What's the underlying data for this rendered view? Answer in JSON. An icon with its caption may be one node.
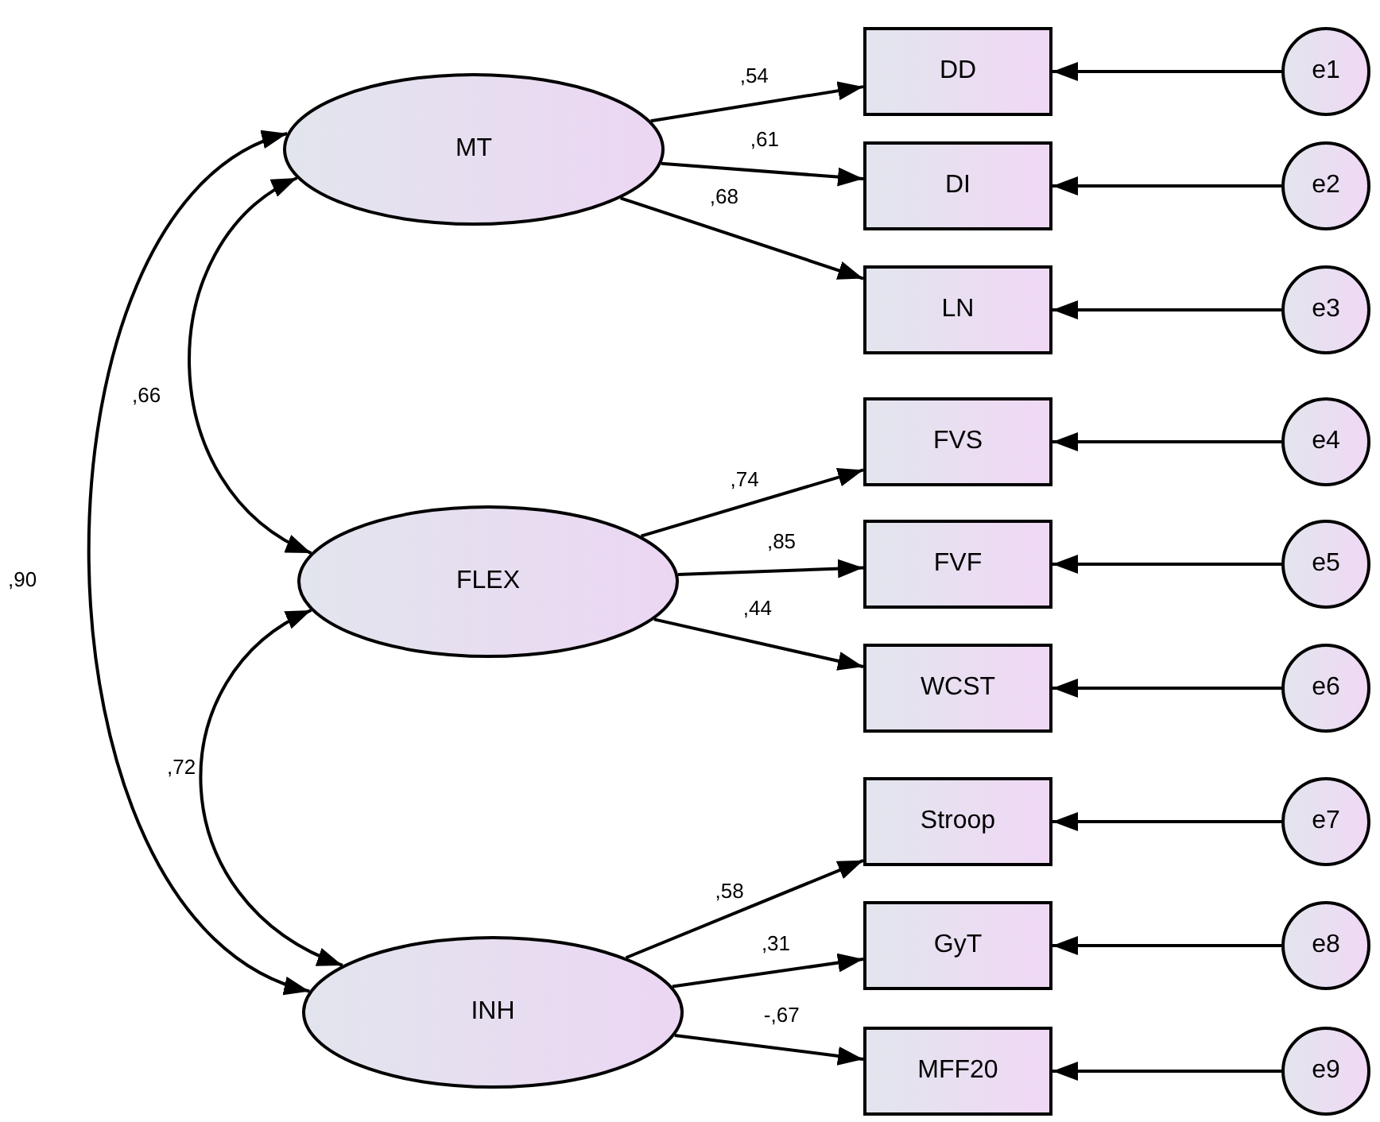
{
  "diagram": {
    "nodes": [
      {
        "text": [
          "MT"
        ]
      },
      {
        "text": [
          "FLEX"
        ]
      },
      {
        "text": [
          "INH"
        ]
      },
      {
        "text": [
          "DD"
        ]
      },
      {
        "text": [
          "DI"
        ]
      },
      {
        "text": [
          "LN"
        ]
      },
      {
        "text": [
          "FVS"
        ]
      },
      {
        "text": [
          "FVF"
        ]
      },
      {
        "text": [
          "WCST"
        ]
      },
      {
        "text": [
          "Stroop"
        ]
      },
      {
        "text": [
          "GyT"
        ]
      },
      {
        "text": [
          "MFF20"
        ]
      },
      {
        "text": [
          "e1"
        ]
      },
      {
        "text": [
          "e2"
        ]
      },
      {
        "text": [
          "e3"
        ]
      },
      {
        "text": [
          "e4"
        ]
      },
      {
        "text": [
          "e5"
        ]
      },
      {
        "text": [
          "e6"
        ]
      },
      {
        "text": [
          "e7"
        ]
      },
      {
        "text": [
          "e8"
        ]
      },
      {
        "text": [
          "e9"
        ]
      }
    ],
    "edges": [
      {
        "from": 0,
        "to": 3,
        "arrow": "to",
        "label": ",54"
      },
      {
        "from": 0,
        "to": 4,
        "arrow": "to",
        "label": ",61"
      },
      {
        "from": 0,
        "to": 5,
        "arrow": "to",
        "label": ",68"
      },
      {
        "from": 1,
        "to": 6,
        "arrow": "to",
        "label": ",74"
      },
      {
        "from": 1,
        "to": 7,
        "arrow": "to",
        "label": ",85"
      },
      {
        "from": 1,
        "to": 8,
        "arrow": "to",
        "label": ",44"
      },
      {
        "from": 2,
        "to": 9,
        "arrow": "to",
        "label": ",58"
      },
      {
        "from": 2,
        "to": 10,
        "arrow": "to",
        "label": ",31"
      },
      {
        "from": 2,
        "to": 11,
        "arrow": "to",
        "label": "-,67"
      },
      {
        "from": 0,
        "to": 1,
        "arrow": "both",
        "label": ",66"
      },
      {
        "from": 1,
        "to": 2,
        "arrow": "both",
        "label": ",72"
      },
      {
        "from": 0,
        "to": 2,
        "arrow": "both",
        "label": ",90"
      },
      {
        "from": 12,
        "to": 3,
        "arrow": "to"
      },
      {
        "from": 13,
        "to": 4,
        "arrow": "to"
      },
      {
        "from": 14,
        "to": 5,
        "arrow": "to"
      },
      {
        "from": 15,
        "to": 6,
        "arrow": "to"
      },
      {
        "from": 16,
        "to": 7,
        "arrow": "to"
      },
      {
        "from": 17,
        "to": 8,
        "arrow": "to"
      },
      {
        "from": 18,
        "to": 9,
        "arrow": "to"
      },
      {
        "from": 19,
        "to": 10,
        "arrow": "to"
      },
      {
        "from": 20,
        "to": 11,
        "arrow": "to"
      }
    ]
  }
}
